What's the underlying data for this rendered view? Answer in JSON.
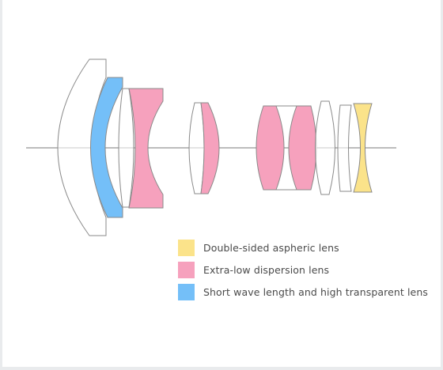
{
  "colors": {
    "aspheric": "#fbe38a",
    "ed": "#f6a1bd",
    "short_wave": "#74bff8",
    "lens_outline": "#8a8a8a",
    "optical_axis": "#7a7a7a"
  },
  "legend": [
    {
      "label": "Double-sided aspheric lens",
      "color": "#fbe38a"
    },
    {
      "label": "Extra-low dispersion lens",
      "color": "#f6a1bd"
    },
    {
      "label": "Short wave length and high transparent lens",
      "color": "#74bff8"
    }
  ]
}
